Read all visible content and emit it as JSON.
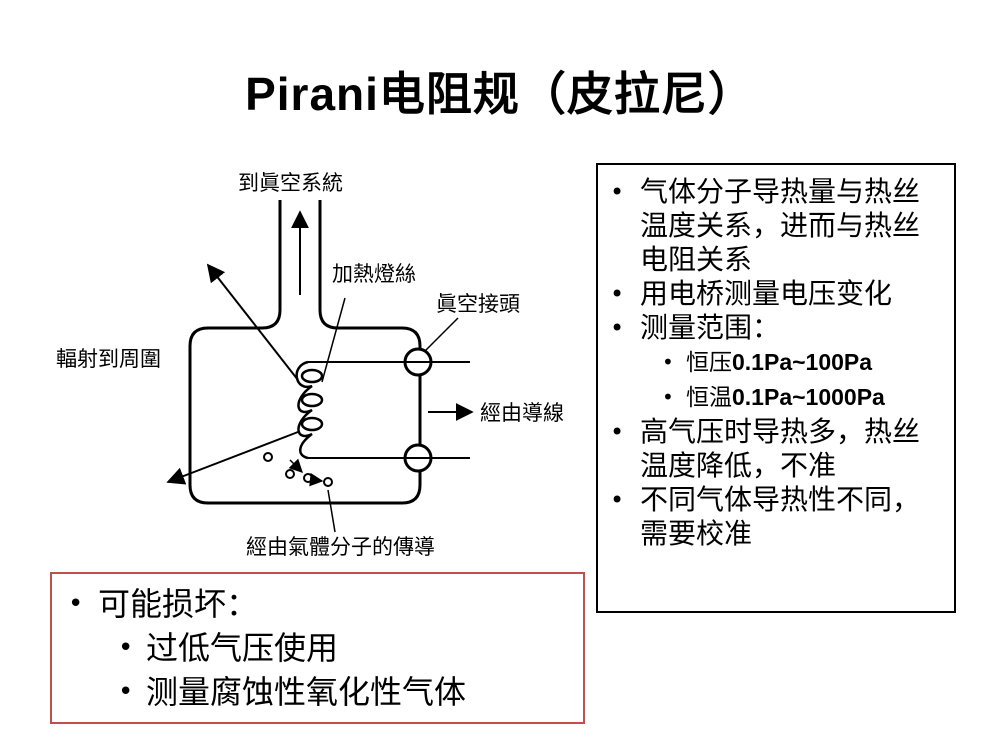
{
  "title": {
    "latin": "Pirani",
    "rest": "电阻规（皮拉尼）"
  },
  "diagram": {
    "label_to_vacuum": "到眞空系統",
    "label_heater": "加熱燈絲",
    "label_vacuum_joint": "眞空接頭",
    "label_radiation": "輻射到周圍",
    "label_via_wire": "經由導線",
    "label_via_gas": "經由氣體分子的傳導"
  },
  "right_panel": {
    "items": [
      {
        "text": "气体分子导热量与热丝温度关系，进而与热丝电阻关系"
      },
      {
        "text": "用电桥测量电压变化"
      },
      {
        "text": "测量范围："
      },
      {
        "prefix": "恒压",
        "value": "0.1Pa~100Pa"
      },
      {
        "prefix": "恒温",
        "value": "0.1Pa~1000Pa"
      },
      {
        "text": "高气压时导热多，热丝温度降低，不准"
      },
      {
        "text": "不同气体导热性不同，需要校准"
      }
    ]
  },
  "bottom_panel": {
    "heading": "可能损坏：",
    "items": [
      "过低气压使用",
      "测量腐蚀性氧化性气体"
    ]
  },
  "colors": {
    "bottom_border": "#c0504d",
    "right_border": "#000000"
  }
}
